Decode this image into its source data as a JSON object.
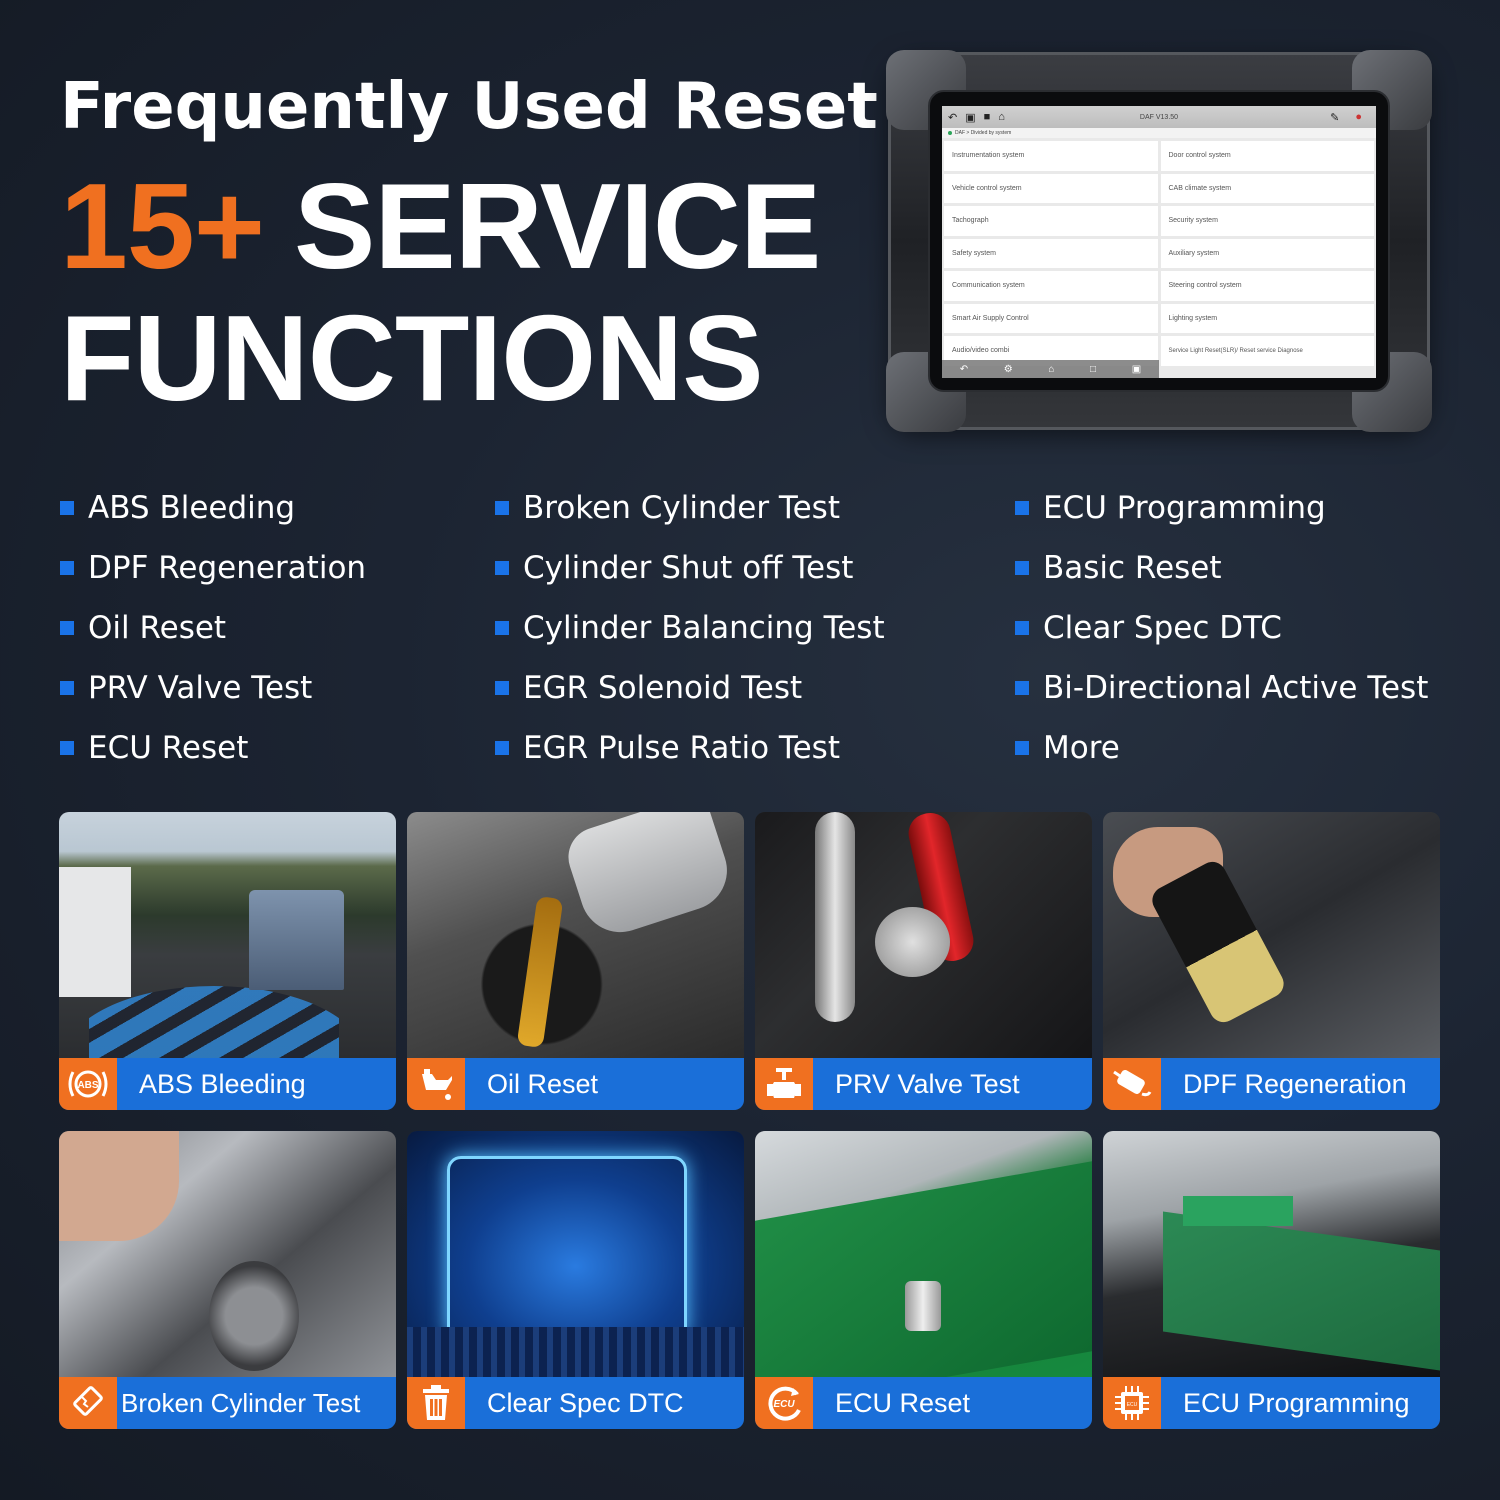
{
  "headline": {
    "subtitle": "Frequently Used Reset",
    "count": "15+",
    "line1_rest": "SERVICE",
    "line2": "FUNCTIONS"
  },
  "colors": {
    "accent_orange": "#f07020",
    "accent_blue": "#1a6fd9",
    "bullet_blue": "#1a73e8",
    "background": "#1c2432"
  },
  "device_screen": {
    "title": "DAF V13.50",
    "breadcrumb": "DAF > Divided by system",
    "top_icons": [
      "back-icon",
      "screenshot-icon",
      "video-icon",
      "home-icon"
    ],
    "top_right_icons": [
      "edit-icon",
      "vci-status-icon"
    ],
    "systems": [
      "Instrumentation system",
      "Door control system",
      "Vehicle control system",
      "CAB climate system",
      "Tachograph",
      "Security system",
      "Safety system",
      "Auxiliary system",
      "Communication system",
      "Steering control system",
      "Smart Air Supply Control",
      "Lighting system",
      "Audio/video combi",
      "Service Light Reset(SLR)/ Reset service Diagnose"
    ],
    "nav_icons": [
      "back",
      "vci",
      "home",
      "recent",
      "screenshot"
    ]
  },
  "features": {
    "col1": [
      "ABS Bleeding",
      "DPF Regeneration",
      "Oil Reset",
      "PRV Valve Test",
      "ECU Reset"
    ],
    "col2": [
      "Broken Cylinder Test",
      "Cylinder Shut off Test",
      "Cylinder Balancing Test",
      "EGR Solenoid Test",
      "EGR Pulse Ratio Test"
    ],
    "col3": [
      "ECU Programming",
      "Basic Reset",
      "Clear Spec DTC",
      "Bi-Directional Active Test",
      "More"
    ]
  },
  "cards": [
    {
      "label": "ABS Bleeding",
      "icon": "abs-icon"
    },
    {
      "label": "Oil Reset",
      "icon": "oil-can-icon"
    },
    {
      "label": "PRV Valve Test",
      "icon": "valve-icon"
    },
    {
      "label": "DPF Regeneration",
      "icon": "dpf-filter-icon"
    },
    {
      "label": "Broken Cylinder Test",
      "icon": "broken-cylinder-icon"
    },
    {
      "label": "Clear Spec DTC",
      "icon": "trash-icon"
    },
    {
      "label": "ECU Reset",
      "icon": "ecu-reset-icon"
    },
    {
      "label": "ECU Programming",
      "icon": "ecu-chip-icon"
    }
  ]
}
